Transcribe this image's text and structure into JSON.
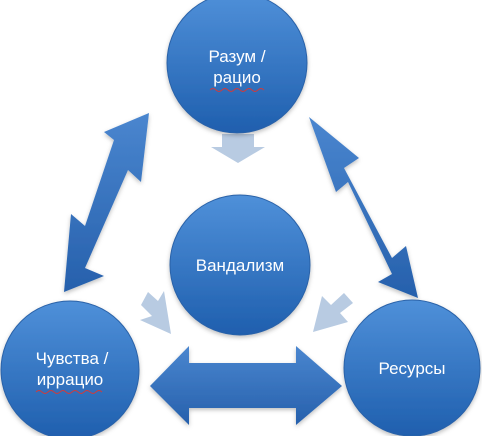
{
  "nodes": {
    "top": {
      "line1": "Разум /",
      "line2": "рацио"
    },
    "center": {
      "line1": "Вандализм"
    },
    "left": {
      "line1": "Чувства /",
      "line2": "иррацио"
    },
    "right": {
      "line1": "Ресурсы"
    }
  },
  "colors": {
    "circle_fill_top": "#4f90d9",
    "circle_fill_bottom": "#1f5fae",
    "circle_edge": "#2a62a8",
    "arrow_fill_light": "#4a86cf",
    "arrow_fill_dark": "#2660ac",
    "small_arrow": "#b8cbe2",
    "label_text": "#ffffff"
  }
}
